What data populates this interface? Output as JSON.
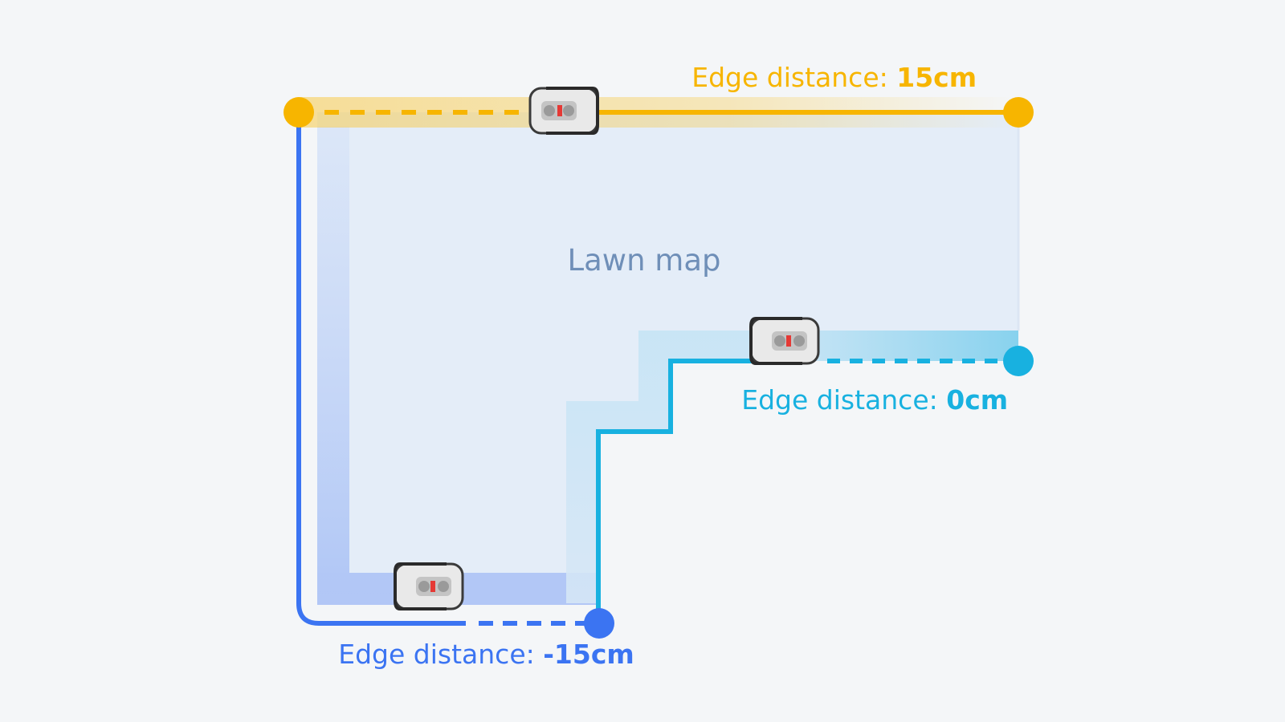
{
  "diagram": {
    "map_label": "Lawn map",
    "edges": [
      {
        "id": "top",
        "prefix": "Edge distance: ",
        "value": "15cm",
        "color": "#f7b500"
      },
      {
        "id": "right",
        "prefix": "Edge distance: ",
        "value": "0cm",
        "color": "#18b1e0"
      },
      {
        "id": "bottom",
        "prefix": "Edge distance: ",
        "value": "-15cm",
        "color": "#3b74f2"
      }
    ],
    "colors": {
      "background": "#f4f6f8",
      "lawn_fill": "#e4edf8",
      "lawn_label": "#6f8fb8",
      "mower_body": "#eeeeee",
      "mower_accent": "#e53935"
    },
    "icons": [
      "robot-mower-icon",
      "endpoint-dot-icon"
    ]
  }
}
